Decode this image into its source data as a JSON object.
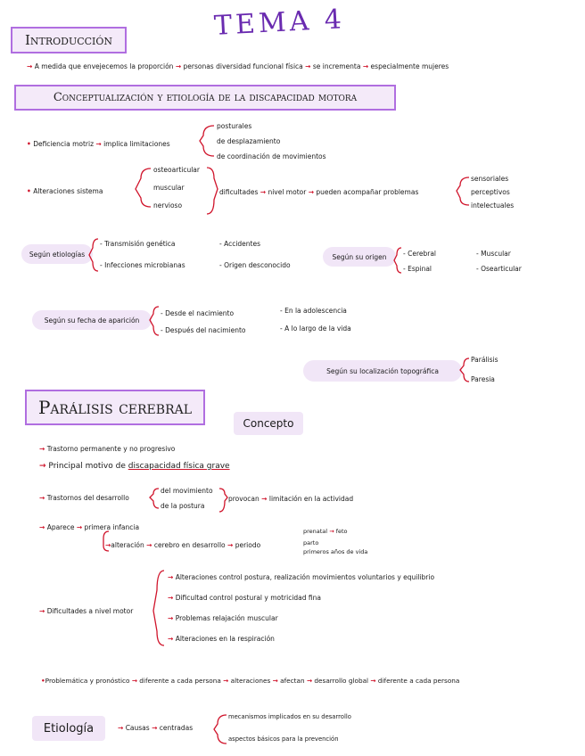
{
  "title": "TEMA 4",
  "sections": {
    "introduccion": "Introducción",
    "conceptualizacion": "Conceptualización y etiología de la discapacidad motora",
    "paralisis": "Parálisis cerebral",
    "concepto": "Concepto",
    "etiologia": "Etiología"
  },
  "intro": {
    "bullet": "•",
    "parts": [
      "A medida que envejecemos la proporción",
      "personas diversidad funcional física",
      "se incrementa",
      "especialmente mujeres"
    ]
  },
  "deficiencia": {
    "label": "Deficiencia motriz",
    "implica": "implica limitaciones",
    "items": [
      "posturales",
      "de desplazamiento",
      "de coordinación de movimientos"
    ]
  },
  "alteraciones": {
    "label": "Alteraciones sistema",
    "items": [
      "osteoarticular",
      "muscular",
      "nervioso"
    ],
    "chain": [
      "dificultades",
      "nivel motor",
      "pueden acompañar problemas"
    ],
    "problems": [
      "sensoriales",
      "perceptivos",
      "intelectuales"
    ]
  },
  "etiologias": {
    "label": "Según etiologías",
    "col1": [
      "- Transmisión genética",
      "- Infecciones microbianas"
    ],
    "col2": [
      "- Accidentes",
      "- Origen desconocido"
    ]
  },
  "origen": {
    "label": "Según su origen",
    "col1": [
      "- Cerebral",
      "- Espinal"
    ],
    "col2": [
      "- Muscular",
      "- Osearticular"
    ]
  },
  "fecha": {
    "label": "Según su fecha de aparición",
    "col1": [
      "- Desde el nacimiento",
      "- Después del nacimiento"
    ],
    "col2": [
      "- En la adolescencia",
      "- A lo largo de la vida"
    ]
  },
  "localizacion": {
    "label": "Según su localización topográfica",
    "items": [
      "Parálisis",
      "Paresia"
    ]
  },
  "concepto_items": {
    "t1": "Trastorno permanente y no progresivo",
    "t2a": "Principal motivo de",
    "t2b": "discapacidad física grave",
    "t3": "Trastornos del desarrollo",
    "t3items": [
      "del movimiento",
      "de la postura"
    ],
    "t3b": "provocan",
    "t3c": "limitación en la actividad",
    "t4a": "Aparece",
    "t4b": "primera infancia",
    "t4c": "alteración",
    "t4d": "cerebro en desarrollo",
    "t4e": "periodo",
    "periodo": [
      "prenatal",
      "parto",
      "primeros años de vida"
    ],
    "feto": "feto"
  },
  "dificultades": {
    "label": "Dificultades a nivel motor",
    "items": [
      "Alteraciones control postura, realización movimientos voluntarios y equilibrio",
      "Dificultad control postural y motricidad fina",
      "Problemas relajación muscular",
      "Alteraciones en la respiración"
    ]
  },
  "problematica": {
    "parts": [
      "Problemática y pronóstico",
      "diferente a cada persona",
      "alteraciones",
      "afectan",
      "desarrollo global",
      "diferente a cada persona"
    ]
  },
  "etio": {
    "causas": "Causas",
    "centradas": "centradas",
    "items": [
      "mecanismos implicados en su desarrollo",
      "aspectos básicos para la prevención"
    ]
  },
  "arrow": "→",
  "colors": {
    "accent": "#b06ee0",
    "arrow": "#d0142b",
    "title": "#6a2bb0"
  }
}
